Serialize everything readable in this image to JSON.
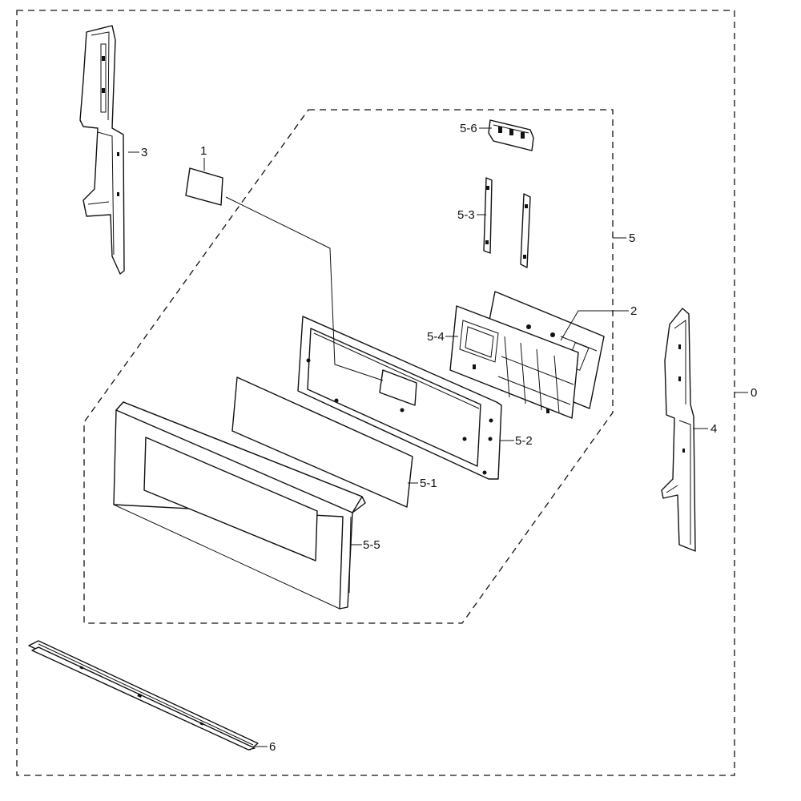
{
  "diagram": {
    "callouts": {
      "c0": "0",
      "c1": "1",
      "c2": "2",
      "c3": "3",
      "c4": "4",
      "c5": "5",
      "c5_1": "5-1",
      "c5_2": "5-2",
      "c5_3": "5-3",
      "c5_4": "5-4",
      "c5_5": "5-5",
      "c5_6": "5-6",
      "c6": "6"
    }
  }
}
